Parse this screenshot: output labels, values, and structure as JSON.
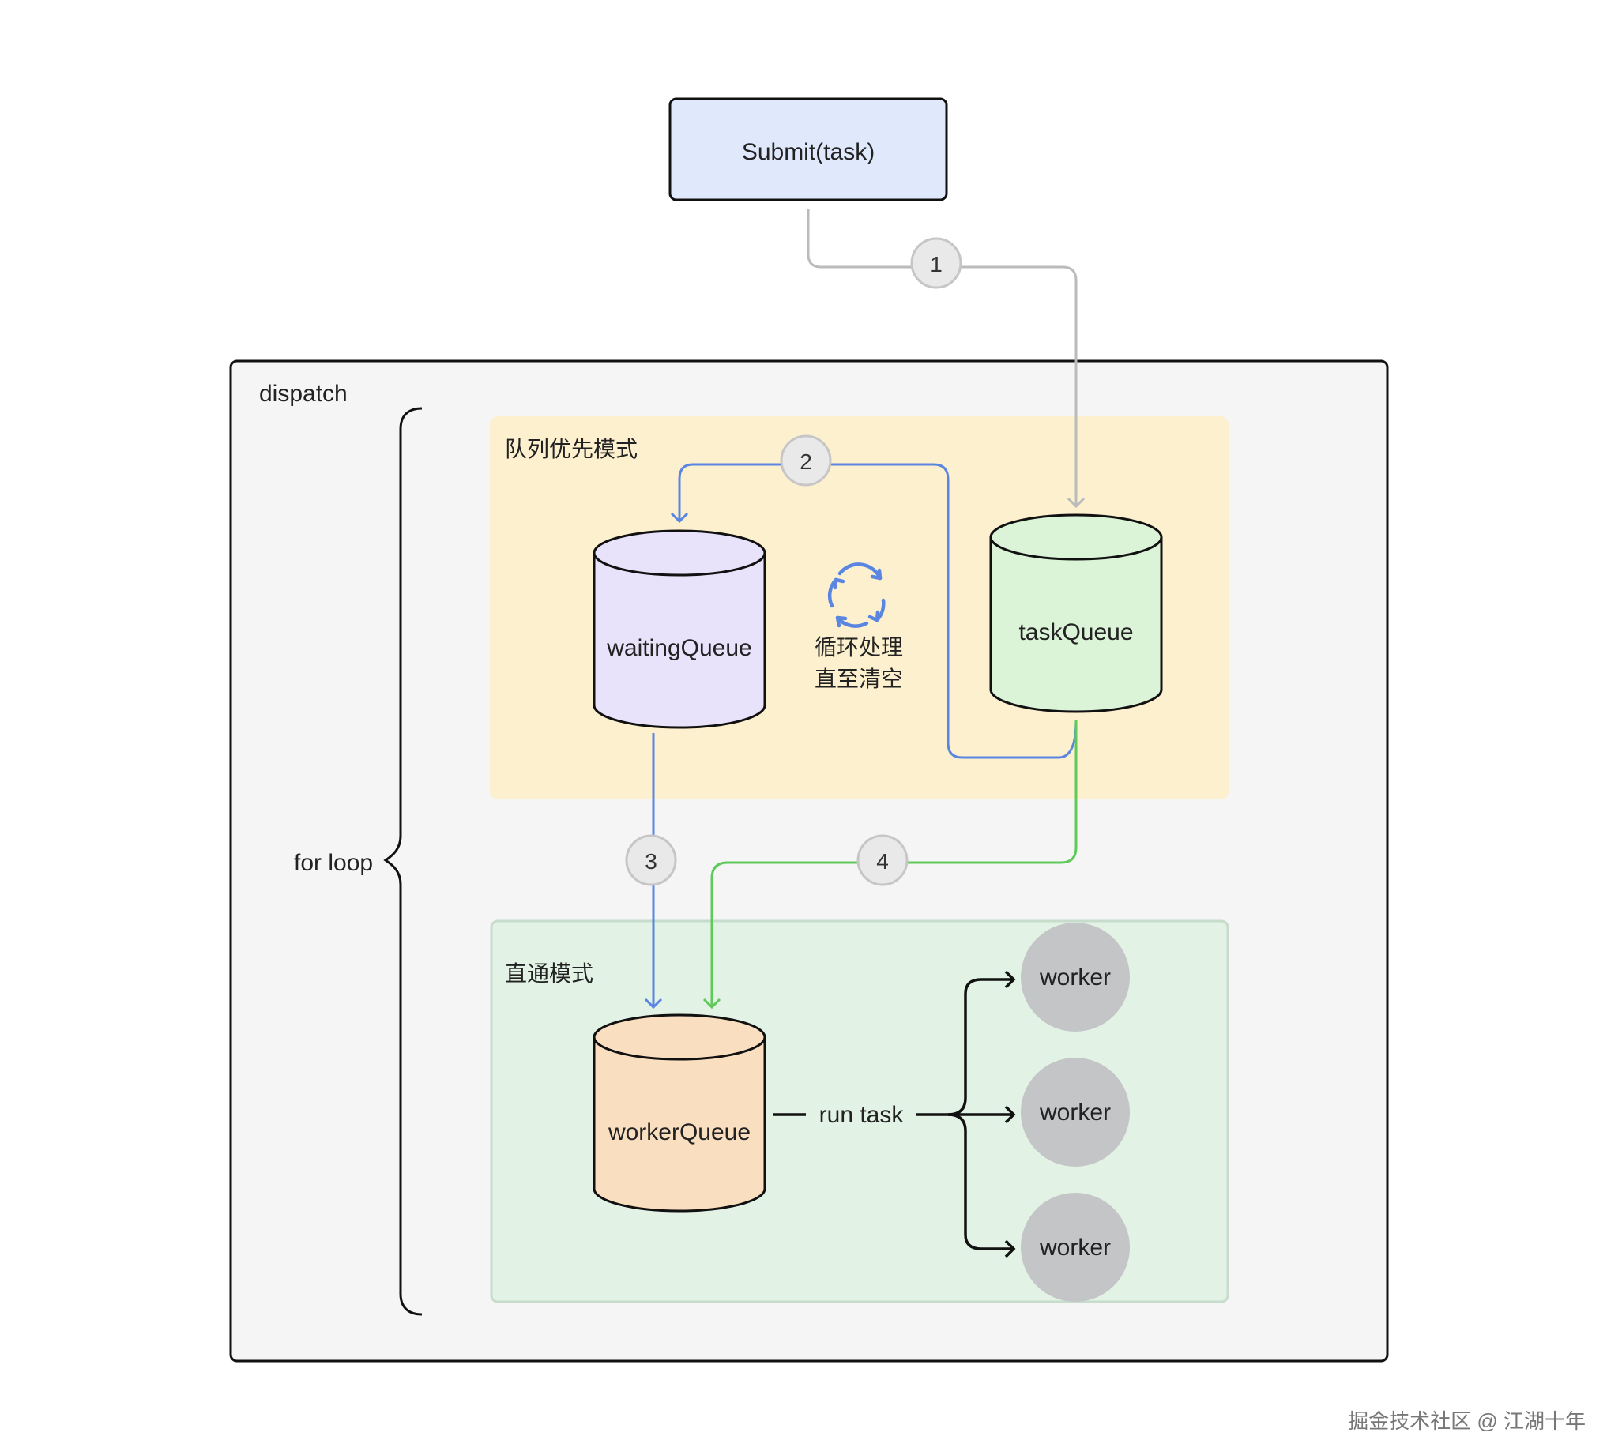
{
  "submit": {
    "label": "Submit(task)"
  },
  "dispatch": {
    "label": "dispatch"
  },
  "for_loop": {
    "label": "for loop"
  },
  "queue_priority_mode": {
    "label": "队列优先模式",
    "loop_text_line1": "循环处理",
    "loop_text_line2": "直至清空"
  },
  "direct_mode": {
    "label": "直通模式",
    "run_task_label": "run task"
  },
  "queues": {
    "waiting": "waitingQueue",
    "task": "taskQueue",
    "worker": "workerQueue"
  },
  "workers": [
    "worker",
    "worker",
    "worker"
  ],
  "steps": [
    "1",
    "2",
    "3",
    "4"
  ],
  "watermark": "掘金技术社区 @ 江湖十年",
  "colors": {
    "submit_fill": "#e0e9fc",
    "dispatch_fill": "#f5f5f5",
    "priority_region_fill": "#fdf0cf",
    "direct_region_fill": "#e2f2e4",
    "waiting_fill": "#e8e2fa",
    "task_fill": "#dbf4d8",
    "worker_queue_fill": "#f9dfc0",
    "worker_fill": "#c4c5c7",
    "arrow_gray": "#bbbbbb",
    "arrow_blue": "#5a86e2",
    "arrow_green": "#5fc95a"
  }
}
